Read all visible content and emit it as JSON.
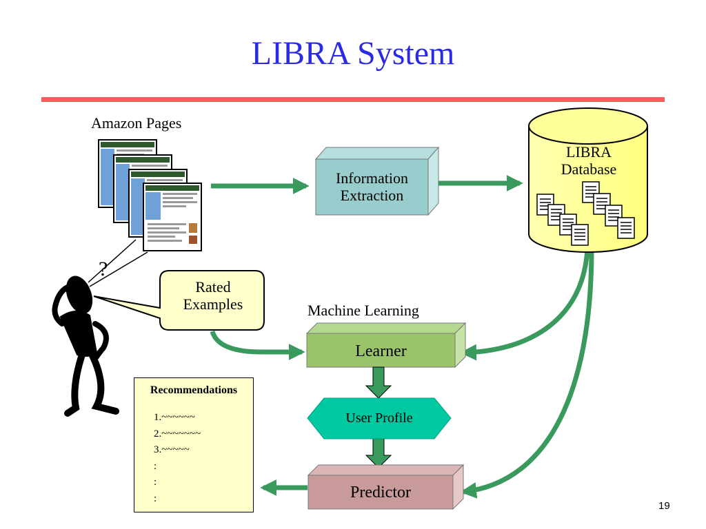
{
  "slide": {
    "title": "LIBRA System",
    "page_number": "19"
  },
  "labels": {
    "amazon_pages": "Amazon Pages",
    "information_extraction": [
      "Information",
      "Extraction"
    ],
    "libra_database": [
      "LIBRA",
      "Database"
    ],
    "rated_examples": [
      "Rated",
      "Examples"
    ],
    "machine_learning": "Machine Learning",
    "learner": "Learner",
    "user_profile": "User Profile",
    "predictor": "Predictor",
    "question_mark": "?"
  },
  "recommendations": {
    "title": "Recommendations",
    "items": [
      "1.~~~~~~",
      "2.~~~~~~~",
      "3.~~~~~",
      ":",
      ":",
      ":"
    ]
  },
  "colors": {
    "title": "#2a2ae6",
    "rule": "#ff5a5a",
    "arrow": "#3a9a5e",
    "info_box": "#99cccc",
    "database": "#ffff99",
    "learner_box": "#99c46a",
    "user_profile": "#00c8a0",
    "predictor_box": "#c89a9a",
    "callout": "#ffffcc"
  }
}
